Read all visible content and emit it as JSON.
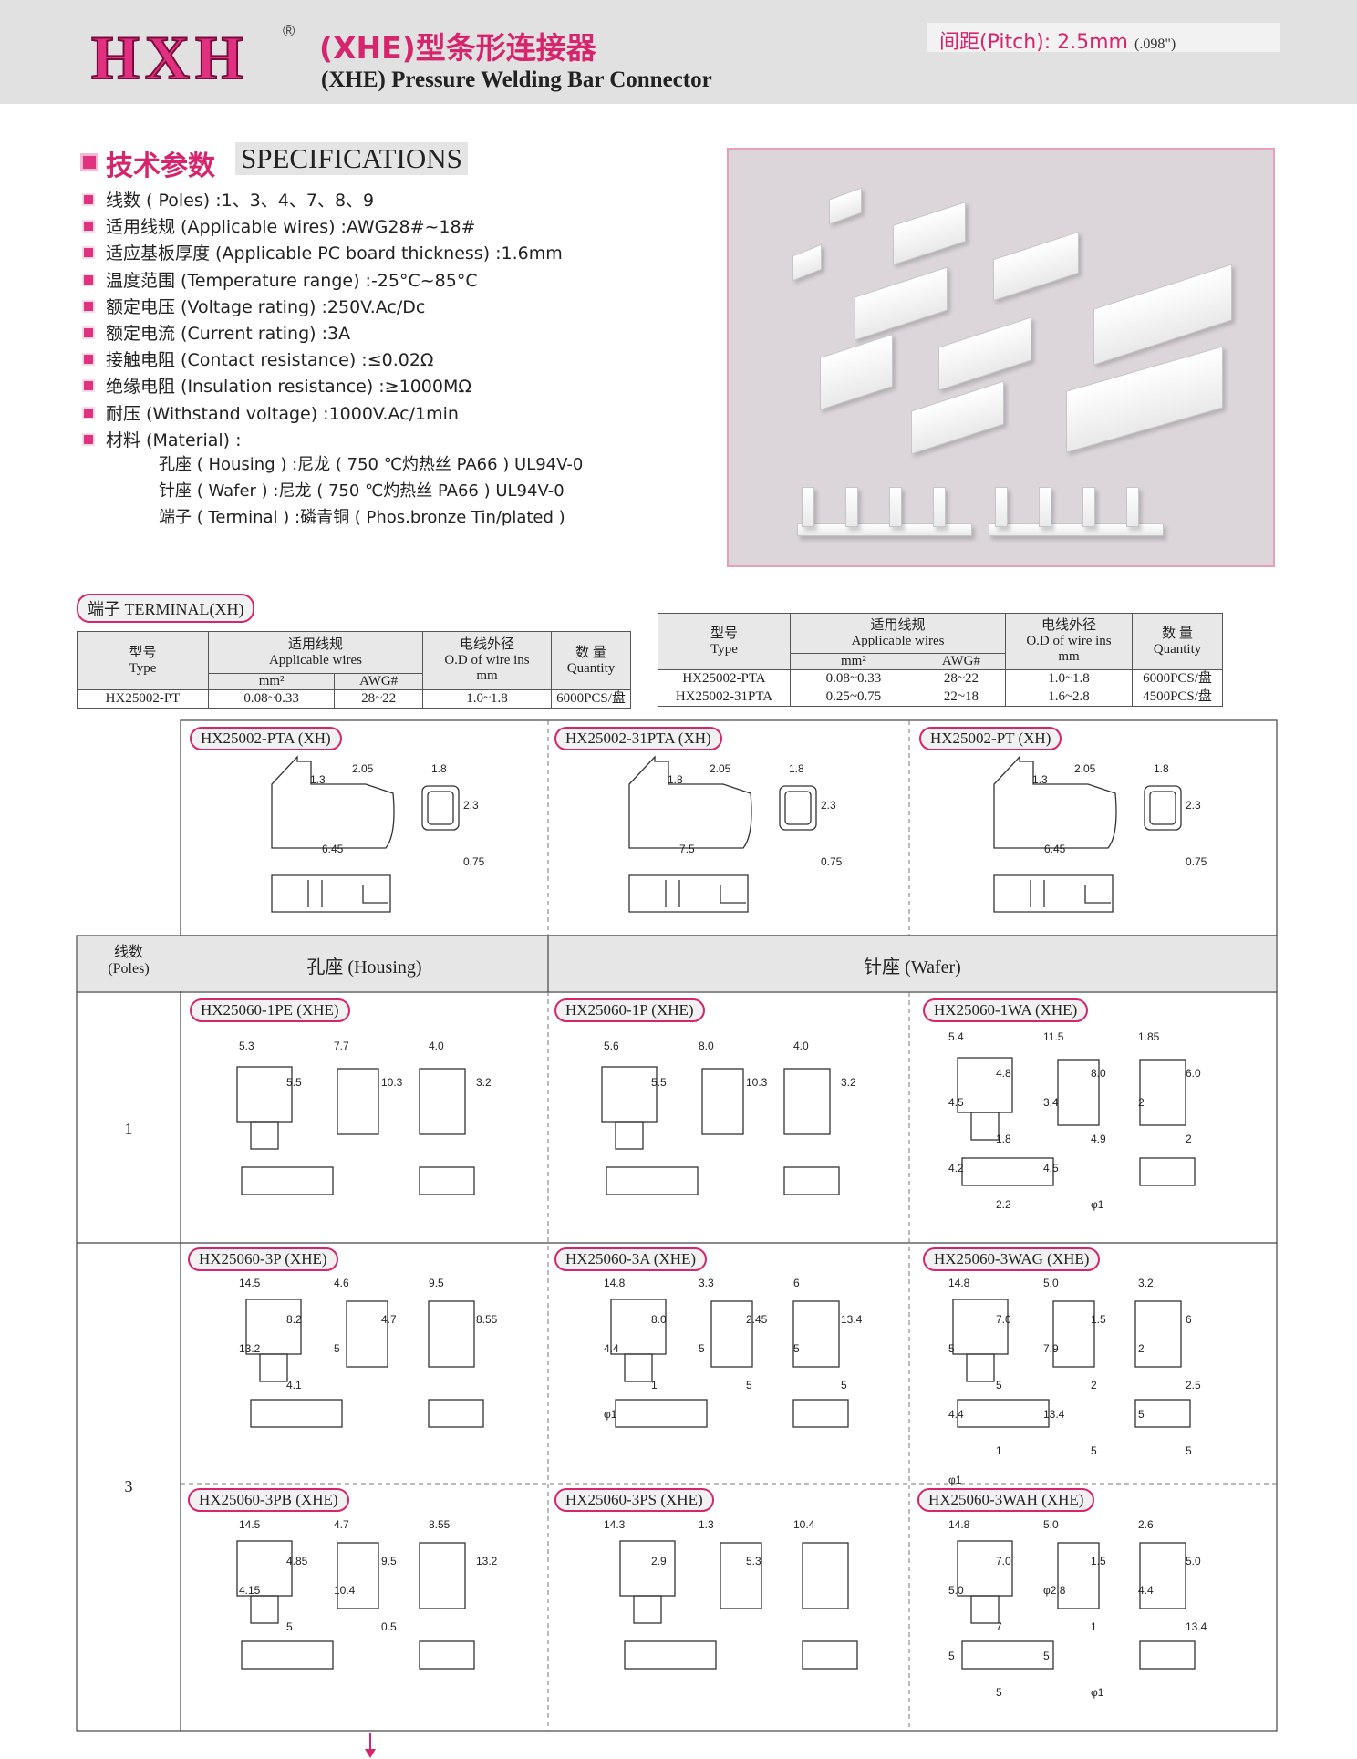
{
  "header": {
    "logo": "HXH",
    "logo_mark": "®",
    "title_cn": "(XHE)型条形连接器",
    "title_en": "(XHE) Pressure Welding Bar Connector",
    "pitch_label": "间距(Pitch):",
    "pitch_value": "2.5mm",
    "pitch_inch": "(.098\")"
  },
  "specs": {
    "title_cn": "技术参数",
    "title_en": "SPECIFICATIONS",
    "items": [
      "线数 ( Poles) :1、3、4、7、8、9",
      "适用线规 (Applicable wires) :AWG28#~18#",
      "适应基板厚度 (Applicable PC board thickness) :1.6mm",
      "温度范围 (Temperature range) :-25°C~85°C",
      "额定电压 (Voltage rating) :250V.Ac/Dc",
      "额定电流 (Current rating) :3A",
      "接触电阻 (Contact resistance) :≤0.02Ω",
      "绝缘电阻 (Insulation resistance) :≥1000MΩ",
      "耐压 (Withstand voltage) :1000V.Ac/1min",
      "材料 (Material) :"
    ],
    "material": [
      "孔座 ( Housing ) :尼龙 ( 750 ℃灼热丝 PA66 ) UL94V-0",
      "针座 ( Wafer ) :尼龙 ( 750 ℃灼热丝 PA66 ) UL94V-0",
      "端子 ( Terminal ) :磷青铜 ( Phos.bronze Tin/plated )"
    ]
  },
  "terminal_label": "端子 TERMINAL(XH)",
  "table_headers": {
    "type_cn": "型号",
    "type_en": "Type",
    "wires_cn": "适用线规",
    "wires_en": "Applicable wires",
    "mm2": "mm²",
    "awg": "AWG#",
    "od_cn": "电线外径",
    "od_en": "O.D of wire ins",
    "mm": "mm",
    "qty_cn": "数 量",
    "qty_en": "Quantity"
  },
  "table1": [
    [
      "HX25002-PT",
      "0.08~0.33",
      "28~22",
      "1.0~1.8",
      "6000PCS/盘"
    ]
  ],
  "table2": [
    [
      "HX25002-PTA",
      "0.08~0.33",
      "28~22",
      "1.0~1.8",
      "6000PCS/盘"
    ],
    [
      "HX25002-31PTA",
      "0.25~0.75",
      "22~18",
      "1.6~2.8",
      "4500PCS/盘"
    ]
  ],
  "terminals": [
    {
      "name": "HX25002-PTA (XH)",
      "d1": "1.3",
      "d2": "2.05",
      "d3": "1.8",
      "len": "6.45",
      "h": "2.3",
      "t": "0.75"
    },
    {
      "name": "HX25002-31PTA (XH)",
      "d1": "1.8",
      "d2": "2.05",
      "d3": "1.8",
      "len": "7.5",
      "h": "2.3",
      "t": "0.75"
    },
    {
      "name": "HX25002-PT (XH)",
      "d1": "1.3",
      "d2": "2.05",
      "d3": "1.8",
      "len": "6.45",
      "h": "2.3",
      "t": "0.75"
    }
  ],
  "grid_headers": {
    "poles_cn": "线数",
    "poles_en": "(Poles)",
    "housing": "孔座 (Housing)",
    "wafer": "针座 (Wafer)"
  },
  "rows": [
    {
      "poles": "1",
      "cells": [
        {
          "name": "HX25060-1PE (XHE)",
          "dims": [
            "5.3",
            "5.5",
            "7.7",
            "10.3",
            "4.0",
            "3.2"
          ]
        },
        {
          "name": "HX25060-1P (XHE)",
          "dims": [
            "5.6",
            "5.5",
            "8.0",
            "10.3",
            "4.0",
            "3.2"
          ]
        },
        {
          "name": "HX25060-1WA (XHE)",
          "dims": [
            "5.4",
            "4.8",
            "11.5",
            "8.0",
            "1.85",
            "6.0",
            "4.5",
            "1.8",
            "3.4",
            "4.9",
            "2",
            "2",
            "4.2",
            "2.2",
            "4.5",
            "φ1"
          ]
        }
      ]
    },
    {
      "poles": "3",
      "cells": [
        {
          "name": "HX25060-3P (XHE)",
          "dims": [
            "14.5",
            "8.2",
            "4.6",
            "4.7",
            "9.5",
            "8.55",
            "13.2",
            "4.1",
            "5"
          ]
        },
        {
          "name": "HX25060-3A (XHE)",
          "dims": [
            "14.8",
            "8.0",
            "3.3",
            "2.45",
            "6",
            "13.4",
            "4.4",
            "1",
            "5",
            "5",
            "5",
            "5",
            "φ1"
          ]
        },
        {
          "name": "HX25060-3WAG (XHE)",
          "dims": [
            "14.8",
            "7.0",
            "5.0",
            "1.5",
            "3.2",
            "6",
            "5",
            "5",
            "7.9",
            "2",
            "2",
            "2.5",
            "4.4",
            "1",
            "13.4",
            "5",
            "5",
            "5",
            "φ1"
          ]
        },
        {
          "name": "HX25060-3PB (XHE)",
          "dims": [
            "14.5",
            "4.85",
            "4.7",
            "9.5",
            "8.55",
            "13.2",
            "4.15",
            "5",
            "10.4",
            "0.5"
          ]
        },
        {
          "name": "HX25060-3PS (XHE)",
          "dims": [
            "14.3",
            "2.9",
            "1.3",
            "5.3",
            "10.4"
          ]
        },
        {
          "name": "HX25060-3WAH (XHE)",
          "dims": [
            "14.8",
            "7.0",
            "5.0",
            "1.5",
            "2.6",
            "5.0",
            "5.0",
            "7",
            "φ2.8",
            "1",
            "4.4",
            "13.4",
            "5",
            "5",
            "5",
            "φ1"
          ]
        }
      ]
    }
  ],
  "colors": {
    "accent": "#d6246d",
    "header_bg": "#e1e1e1",
    "photo_bg": "#dcd6db"
  }
}
